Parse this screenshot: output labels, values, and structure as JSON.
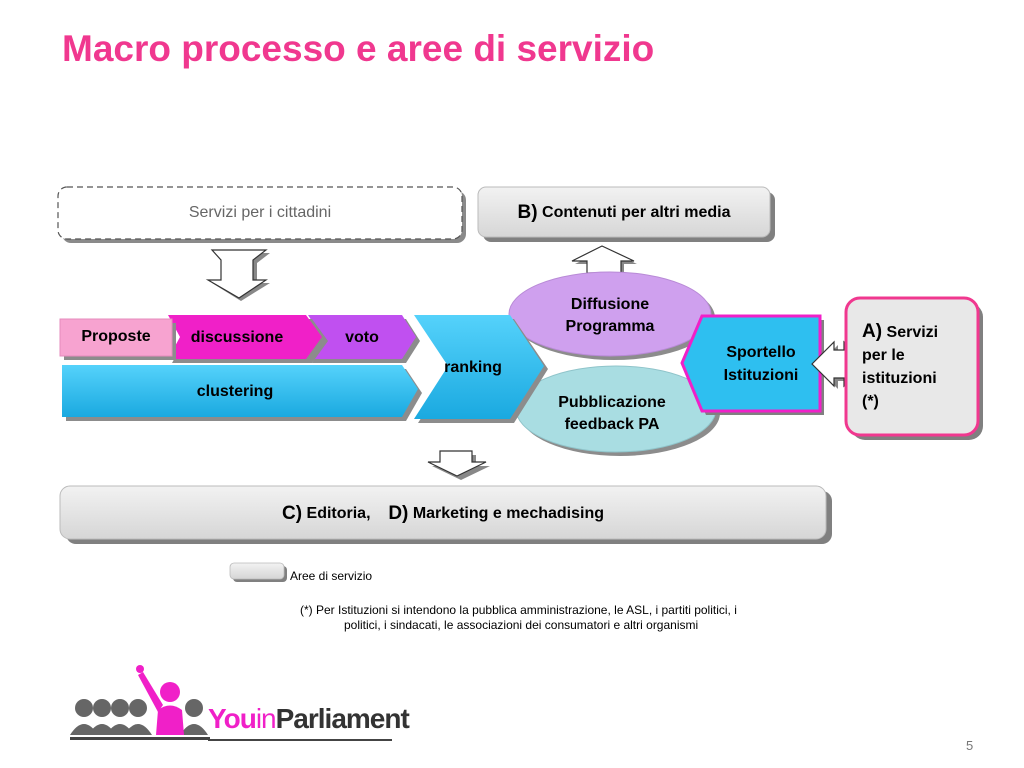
{
  "title": "Macro processo e aree di servizio",
  "citizens_box": "Servizi per i cittadini",
  "box_b": {
    "letter": "B)",
    "text": "Contenuti per altri media"
  },
  "flow": {
    "proposte": "Proposte",
    "discussione": "discussione",
    "voto": "voto",
    "clustering": "clustering",
    "ranking": "ranking"
  },
  "diffusione": {
    "line1": "Diffusione",
    "line2": "Programma"
  },
  "pubblicazione": {
    "line1": "Pubblicazione",
    "line2": "feedback PA"
  },
  "sportello": {
    "line1": "Sportello",
    "line2": "Istituzioni"
  },
  "box_a": {
    "letter": "A)",
    "line1": "Servizi",
    "line2": "per le",
    "line3": "istituzioni",
    "line4": "(*)"
  },
  "box_cd": {
    "c_letter": "C)",
    "c_text": "Editoria,",
    "d_letter": "D)",
    "d_text": "Marketing e mechadising"
  },
  "legend": {
    "label": "Aree di servizio"
  },
  "footnote": {
    "line1": "(*) Per Istituzioni si intendono la pubblica amministrazione, le ASL, i partiti politici, i",
    "line2": "politici, i sindacati, le associazioni dei consumatori e altri organismi"
  },
  "logo": {
    "you": "You",
    "in": "in",
    "parliament": "Parliament"
  },
  "page_number": "5",
  "colors": {
    "title": "#f0388f",
    "magenta": "#f020c8",
    "light_pink": "#f7a3d0",
    "violet": "#c050f0",
    "cyan": "#2ebff0",
    "lavender": "#cfa0ee",
    "light_blue": "#a9dde2",
    "gray_box": "#e0e0e0"
  }
}
